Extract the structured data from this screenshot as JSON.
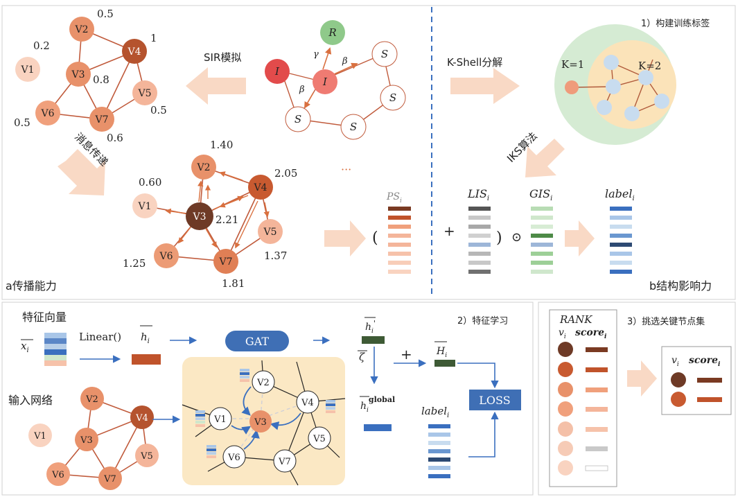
{
  "colors": {
    "node_dark": "#6e3a26",
    "node_orange": "#c85a30",
    "node_mid": "#e8916a",
    "node_light": "#f4b59a",
    "node_pale": "#f9d3c0",
    "edge": "#c05a3b",
    "arrow_fill": "#f9d9c5",
    "blue_line": "#3a6fbf",
    "gat_fill": "#3f6fb5",
    "yellow_panel": "#fbe8c4",
    "green_circle": "#d5ebd3",
    "kshell_inner": "#fbe3b9",
    "node_blue": "#c8dcef",
    "sir_infected": "#e24b4b",
    "sir_recovered": "#8fc98a",
    "sir_i_light": "#ef7b72"
  },
  "panel_a": {
    "sir_label": "SIR模拟",
    "msg_label": "消息传递",
    "caption": "a传播能力",
    "ellipsis": "···",
    "graph1": {
      "nodes": [
        {
          "id": "v1",
          "label": "V1",
          "value": "0.2"
        },
        {
          "id": "v2",
          "label": "V2",
          "value": "0.5"
        },
        {
          "id": "v3",
          "label": "V3",
          "value": "0.8"
        },
        {
          "id": "v4",
          "label": "V4",
          "value": "1"
        },
        {
          "id": "v5",
          "label": "V5",
          "value": "0.5"
        },
        {
          "id": "v6",
          "label": "V6",
          "value": "0.5"
        },
        {
          "id": "v7",
          "label": "V7",
          "value": "0.6"
        }
      ]
    },
    "graph2": {
      "nodes": [
        {
          "id": "v1",
          "label": "V1",
          "value": "0.60"
        },
        {
          "id": "v2",
          "label": "V2",
          "value": "1.40"
        },
        {
          "id": "v3",
          "label": "V3",
          "value": "2.21"
        },
        {
          "id": "v4",
          "label": "V4",
          "value": "2.05"
        },
        {
          "id": "v5",
          "label": "V5",
          "value": "1.37"
        },
        {
          "id": "v6",
          "label": "V6",
          "value": "1.25"
        },
        {
          "id": "v7",
          "label": "V7",
          "value": "1.81"
        }
      ]
    },
    "sir": {
      "nodes": [
        "R",
        "I",
        "I",
        "S",
        "S",
        "S",
        "S"
      ],
      "params": {
        "gamma": "γ",
        "beta": "β"
      }
    },
    "ps_label": "PS",
    "ps_sub": "i",
    "paren_open": "(",
    "paren_close": ")",
    "plus": "+",
    "odot": "⊙"
  },
  "panel_b": {
    "step_label": "1）构建训练标签",
    "kshell_label": "K-Shell分解",
    "iks_label": "IKS算法",
    "k1": "K=1",
    "k2": "K=2",
    "caption": "b结构影响力",
    "lis_label": "LIS",
    "gis_label": "GIS",
    "label_label": "label",
    "sub_i": "i"
  },
  "panel_c": {
    "step_label": "2）特征学习",
    "feature_title": "特征向量",
    "input_network": "输入网络",
    "linear": "Linear()",
    "x_label": "x",
    "h_label": "h",
    "sub_i": "i",
    "gat": "GAT",
    "h_prime": "h",
    "prime": "'",
    "zeta": "ζ",
    "H_label": "H",
    "h_global": "h",
    "global_sup": "global",
    "label_label": "label",
    "loss": "LOSS",
    "plus": "+",
    "gat_nodes": [
      "V1",
      "V2",
      "V3",
      "V4",
      "V5",
      "V6",
      "V7"
    ]
  },
  "panel_d": {
    "step_label": "3）挑选关键节点集",
    "rank": "RANK",
    "v_label": "v",
    "score_label": "score",
    "sub_i": "i"
  }
}
